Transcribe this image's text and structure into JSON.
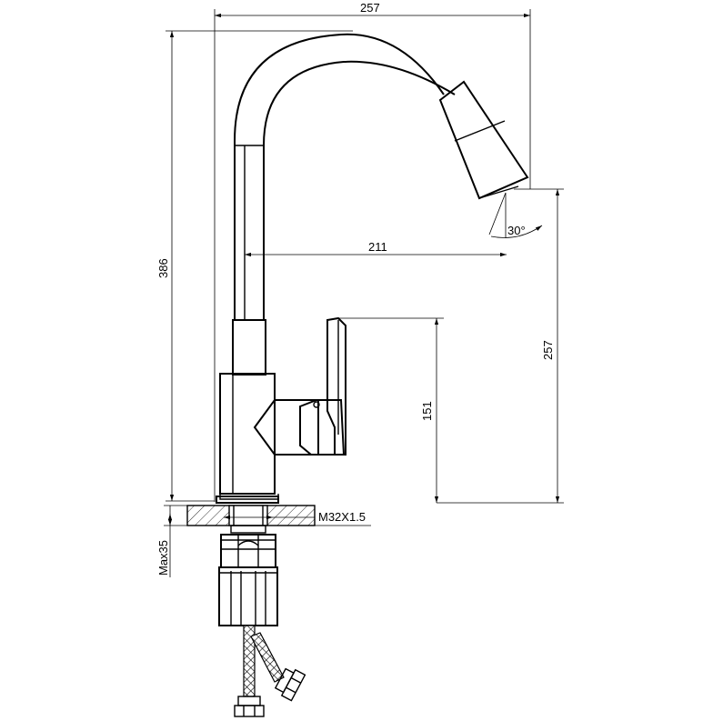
{
  "dimensions": {
    "top_width": "257",
    "overall_height": "386",
    "spout_reach": "211",
    "spray_angle": "30°",
    "spout_height": "257",
    "handle_height": "151",
    "thread": "M32X1.5",
    "max_deck": "Max35"
  }
}
